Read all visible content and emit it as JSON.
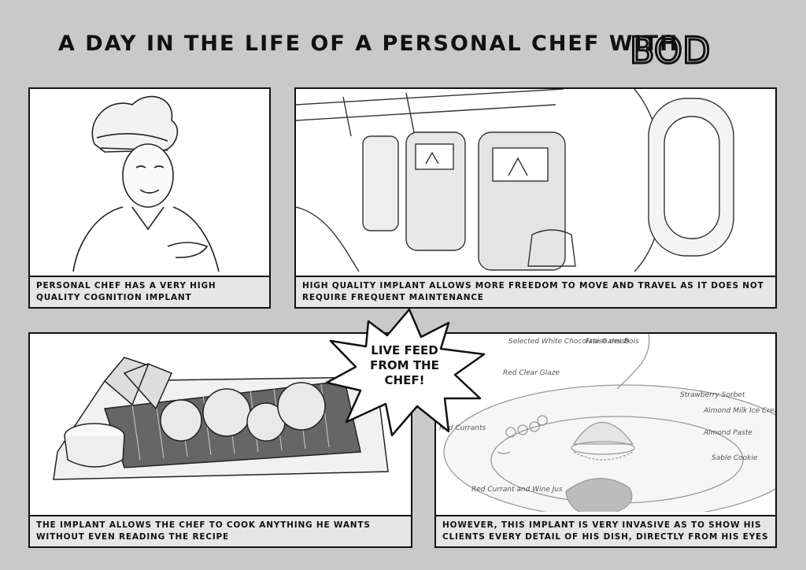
{
  "header": {
    "title": "A DAY IN THE LIFE OF A PERSONAL CHEF WITH",
    "logo_text": "BOD"
  },
  "panels": [
    {
      "caption": "PERSONAL CHEF HAS A VERY HIGH QUALITY COGNITION IMPLANT"
    },
    {
      "caption": "HIGH QUALITY IMPLANT ALLOWS MORE FREEDOM TO MOVE AND TRAVEL AS IT DOES NOT REQUIRE FREQUENT MAINTENANCE"
    },
    {
      "caption": "THE IMPLANT ALLOWS THE CHEF TO COOK ANYTHING HE WANTS WITHOUT EVEN READING THE RECIPE"
    },
    {
      "caption": "HOWEVER, THIS IMPLANT IS VERY INVASIVE AS TO SHOW HIS CLIENTS EVERY DETAIL OF HIS DISH, DIRECTLY FROM HIS EYES"
    }
  ],
  "speech_burst": {
    "text": "LIVE FEED FROM THE CHEF!"
  },
  "dessert_labels": {
    "garnish": "Selected White Chocolate Garnish",
    "fraise": "Fraise des Bois",
    "glaze": "Red Clear Glaze",
    "sorbet": "Strawberry Sorbet",
    "almond_milk": "Almond Milk Ice Cream",
    "almond_paste": "Almond Paste",
    "sable": "Sable Cookie",
    "red_currants": "Red Currants",
    "currant_jus": "Red Currant and Wine Jus"
  },
  "colors": {
    "background": "#c9c9c9",
    "ink": "#111111",
    "caption_bg": "#e6e6e6"
  }
}
